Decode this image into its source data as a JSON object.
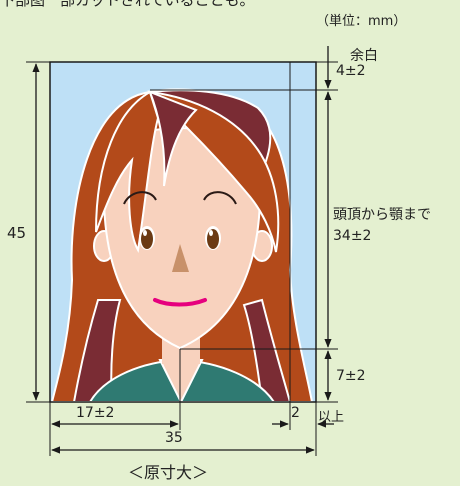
{
  "header": {
    "top_text": "下部图一部カットされていることも。",
    "unit_note": "（単位：mm）"
  },
  "labels": {
    "margin_title": "余白",
    "margin_value": "4±2",
    "head_to_chin_line1": "頭頂から顎まで",
    "head_to_chin_line2": "34±2",
    "below_chin": "7±2",
    "total_height": "45",
    "horizontal_position": "17±2",
    "total_width": "35",
    "side_min_value": "2",
    "side_min_suffix": "以上",
    "scale": "＜原寸大＞"
  },
  "colors": {
    "page_background": "#E4F0D0",
    "photo_background": "#BEE0F6",
    "hair": "#B34A1A",
    "hair_shadow": "#7A2C34",
    "skin": "#F8D2BE",
    "clothing": "#2F7A72",
    "lips": "#E6007E",
    "nose": "#C8916A",
    "guide_lines": "#1A1A1A"
  },
  "icons": [
    "portrait-illustration",
    "dimension-arrows"
  ]
}
